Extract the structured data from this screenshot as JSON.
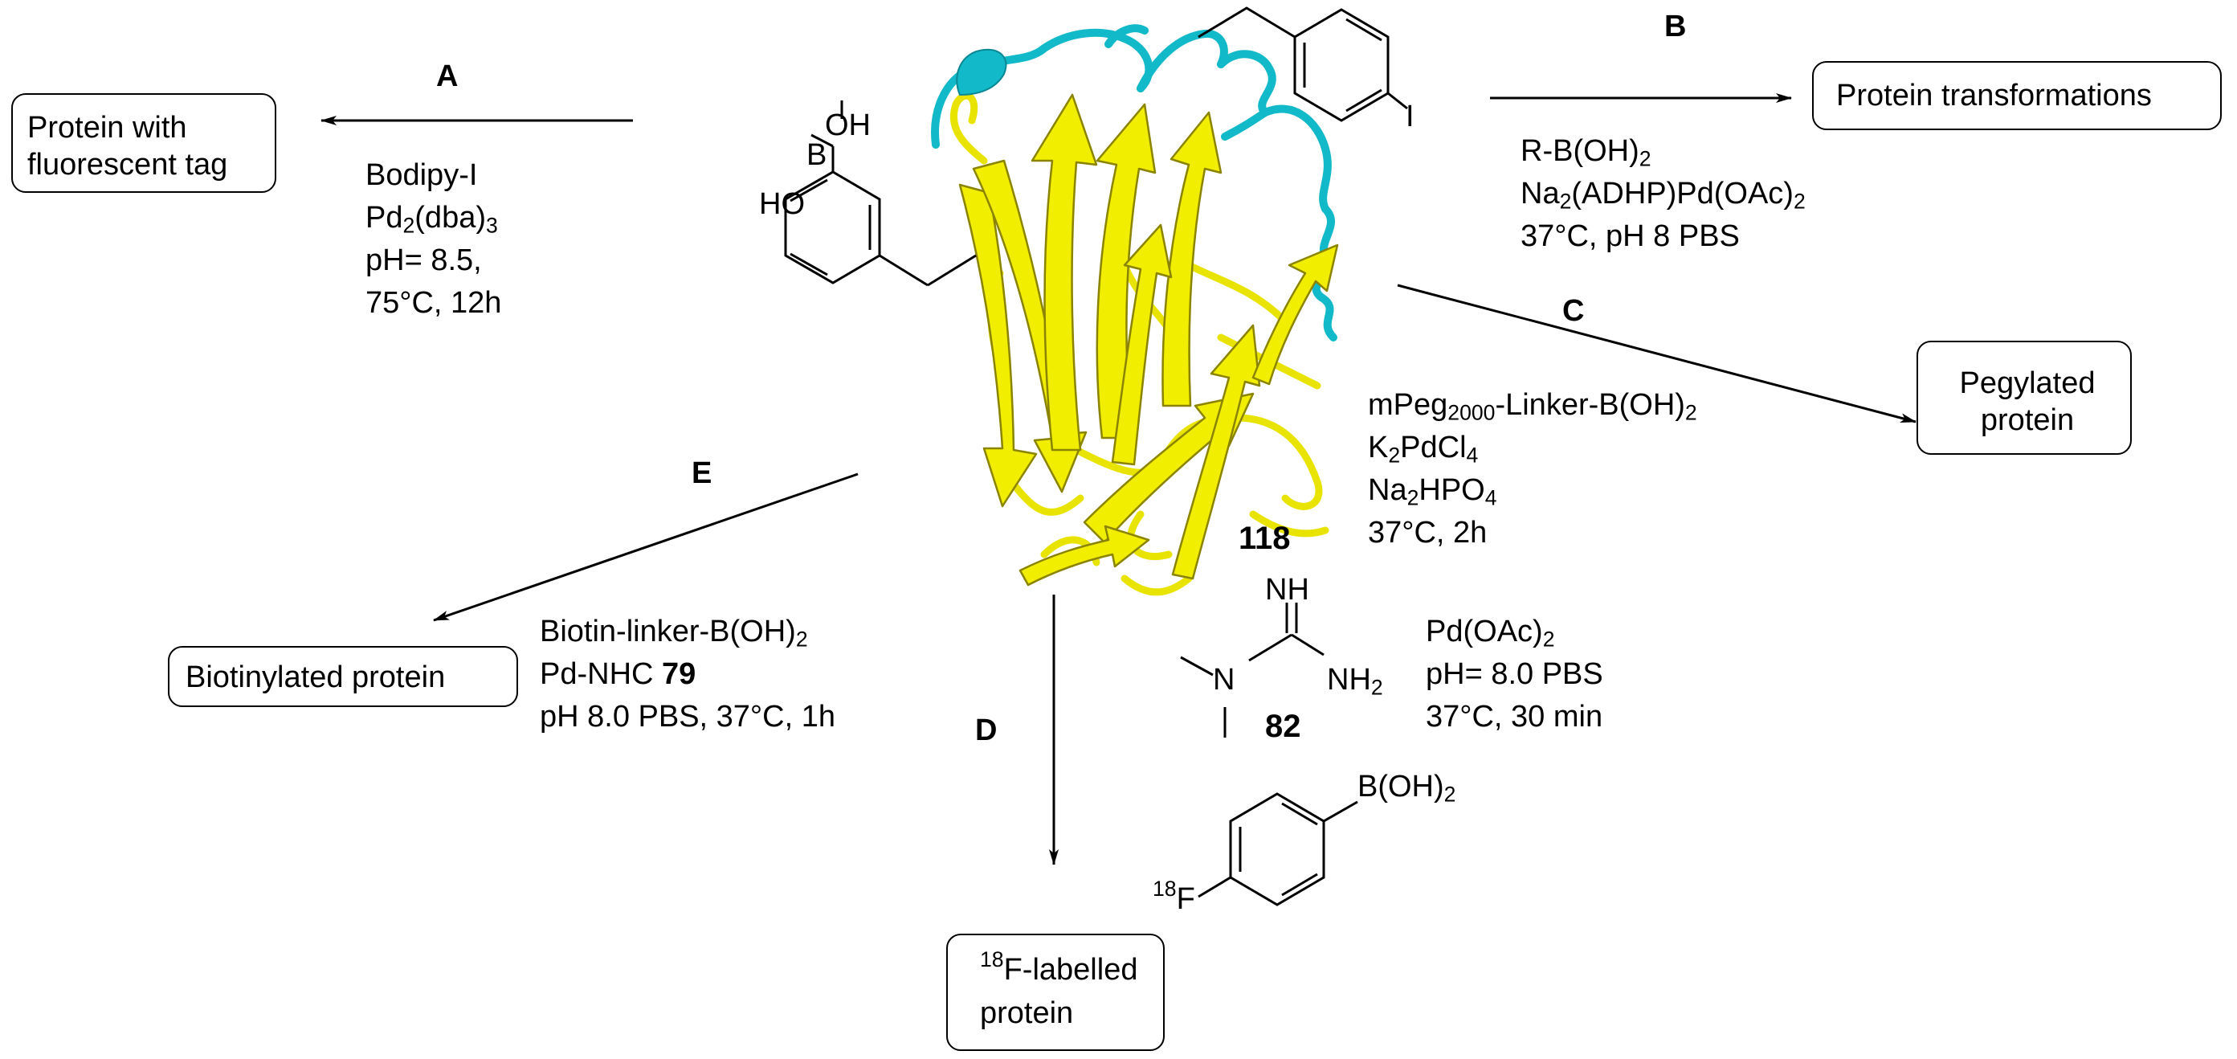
{
  "compound_label": "118",
  "guanidine_label": "82",
  "molecule_labels": {
    "boronic_oh_top": "OH",
    "boronic_b": "B",
    "boronic_ho": "HO",
    "iodo": "I",
    "guanidine_nh": "NH",
    "guanidine_n": "N",
    "guanidine_nh2": "NH",
    "guanidine_nh2_sub": "2",
    "fluoro_boronic": "B(OH)",
    "fluoro_boronic_sub": "2",
    "fluoro_18": "18",
    "fluoro_f": "F"
  },
  "reactions": {
    "A": {
      "letter": "A",
      "product_line1": "Protein with",
      "product_line2": "fluorescent tag",
      "cond1": "Bodipy-I",
      "cond2_main": "Pd",
      "cond2_sub1": "2",
      "cond2_mid": "(dba)",
      "cond2_sub2": "3",
      "cond3": "pH= 8.5,",
      "cond4": "75°C, 12h"
    },
    "B": {
      "letter": "B",
      "product": "Protein transformations",
      "cond1": "R-B(OH)",
      "cond1_sub": "2",
      "cond2_a": "Na",
      "cond2_sub1": "2",
      "cond2_b": "(ADHP)Pd(OAc)",
      "cond2_sub2": "2",
      "cond3": "37°C, pH 8 PBS"
    },
    "C": {
      "letter": "C",
      "product_line1": "Pegylated",
      "product_line2": "protein",
      "cond1_a": "mPeg",
      "cond1_sub": "2000",
      "cond1_b": "-Linker-B(OH)",
      "cond1_sub2": "2",
      "cond2_a": "K",
      "cond2_sub1": "2",
      "cond2_b": "PdCl",
      "cond2_sub2": "4",
      "cond3_a": "Na",
      "cond3_sub1": "2",
      "cond3_b": "HPO",
      "cond3_sub2": "4",
      "cond4": "37°C, 2h"
    },
    "D": {
      "letter": "D",
      "product_sup": "18",
      "product_line1": "F-labelled",
      "product_line2": "protein",
      "cond1_a": "Pd(OAc)",
      "cond1_sub": "2",
      "cond2": "pH= 8.0 PBS",
      "cond3": "37°C, 30 min"
    },
    "E": {
      "letter": "E",
      "product": "Biotinylated protein",
      "cond1_a": "Biotin-linker-B(OH)",
      "cond1_sub": "2",
      "cond2_a": "Pd-NHC ",
      "cond2_bold": "79",
      "cond3": "pH 8.0 PBS, 37°C, 1h"
    }
  },
  "colors": {
    "strand": "#f2ee00",
    "strand_edge": "#8a8400",
    "loop_cyan": "#12b9c8",
    "ink": "#000000"
  }
}
